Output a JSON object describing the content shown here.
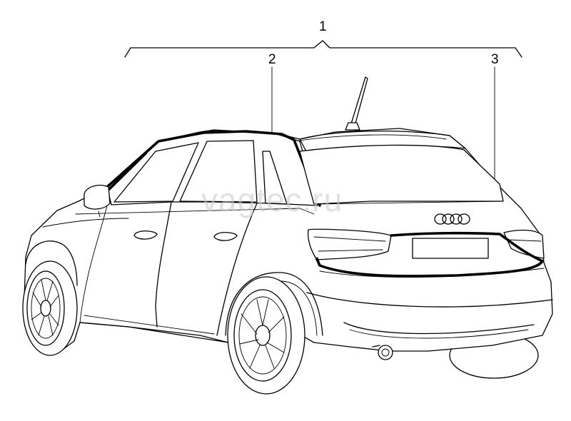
{
  "watermark": "vagtec.ru",
  "callouts": {
    "c1": "1",
    "c2": "2",
    "c3": "3"
  }
}
